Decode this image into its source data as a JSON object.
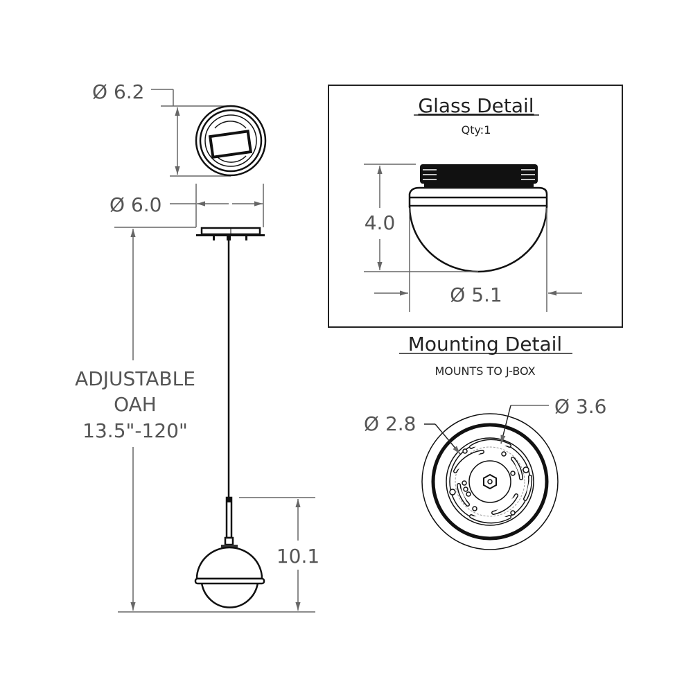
{
  "views": {
    "top_canopy": {
      "diameter_label": "Ø 6.2"
    },
    "side_canopy": {
      "diameter_label": "Ø 6.0"
    },
    "overall_height": {
      "lines": [
        "ADJUSTABLE",
        "OAH",
        "13.5\"-120\""
      ]
    },
    "fixture_height": {
      "label": "10.1"
    }
  },
  "glass_detail": {
    "title": "Glass Detail",
    "qty": "Qty:1",
    "height_label": "4.0",
    "diameter_label": "Ø 5.1"
  },
  "mounting_detail": {
    "title": "Mounting Detail",
    "subtitle": "MOUNTS TO J-BOX",
    "outer_label": "Ø 3.6",
    "inner_label": "Ø 2.8"
  },
  "colors": {
    "line": "#111111",
    "dimension": "#555555"
  }
}
